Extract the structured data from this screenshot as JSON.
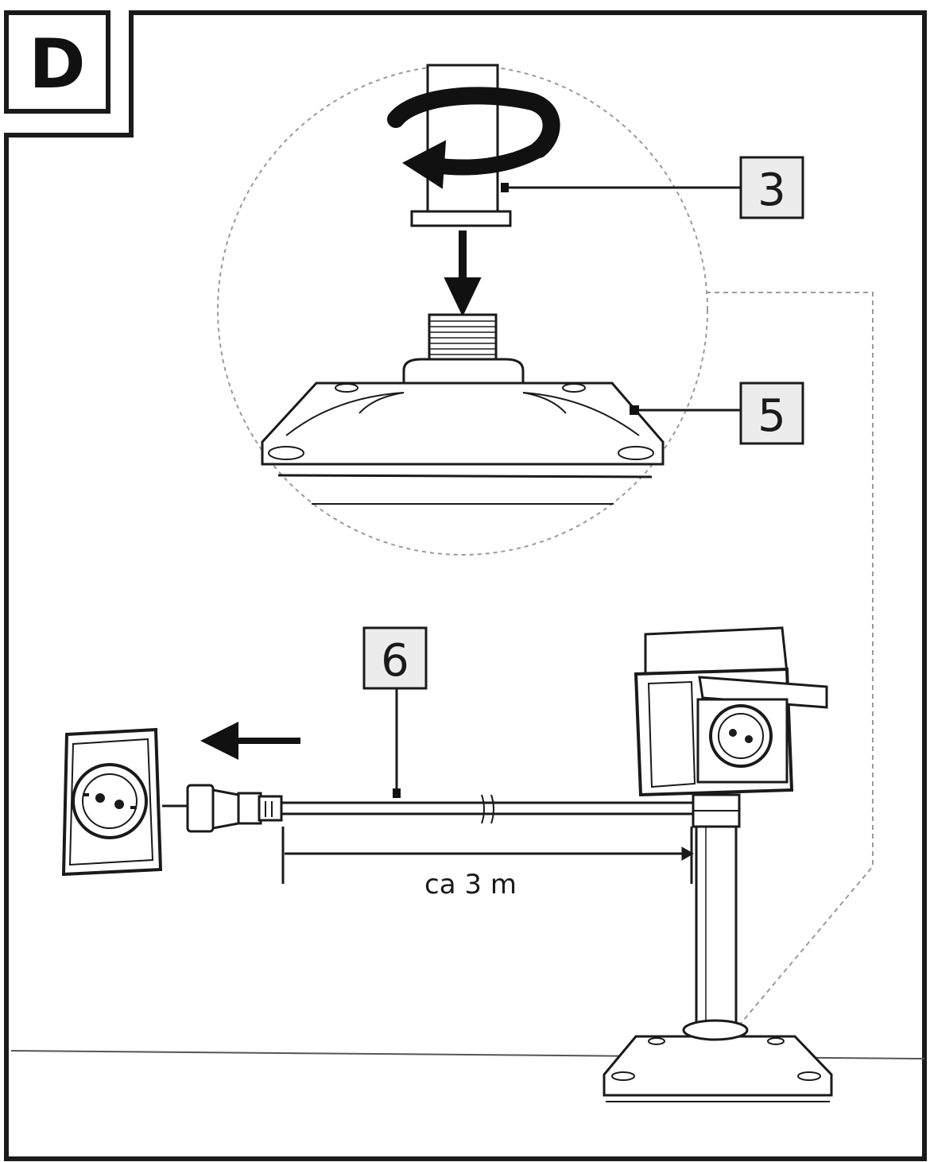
{
  "panel": {
    "step_letter": "D"
  },
  "callouts": {
    "part_3": "3",
    "part_5": "5",
    "part_6": "6"
  },
  "dimension": {
    "cable_length": "ca 3 m"
  },
  "colors": {
    "line": "#1a1a1a",
    "callout_fill": "#ececec",
    "detail_circle": "#9a9a9a",
    "background": "#ffffff"
  },
  "icons": {
    "rotation": "rotate-counterclockwise-arrow-icon",
    "insert": "arrow-down-icon",
    "unplug": "arrow-left-icon"
  }
}
